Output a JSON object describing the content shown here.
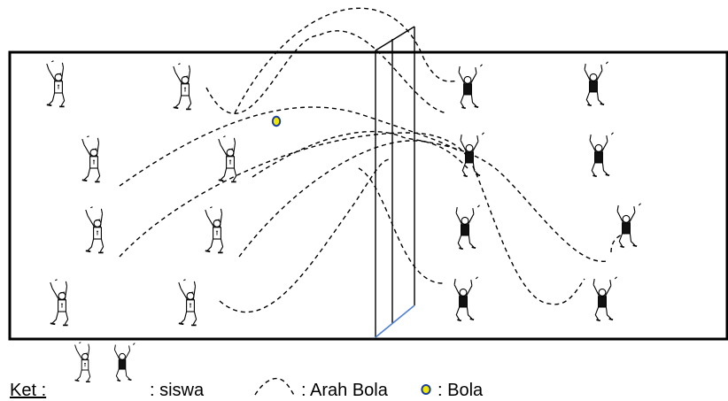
{
  "legend": {
    "ket_label": "Ket :",
    "player_label": ": siswa",
    "path_label": ": Arah Bola",
    "ball_label": ": Bola"
  },
  "colors": {
    "ball_fill": "#f2e600",
    "ball_stroke": "#1a3f9c",
    "net_bottom": "#4f7fd9",
    "lines": "#000000"
  },
  "icons": {
    "player_white": "volleyball-player-white-shirt-icon",
    "player_black": "volleyball-player-black-shirt-icon",
    "ball": "volleyball-ball-icon"
  }
}
